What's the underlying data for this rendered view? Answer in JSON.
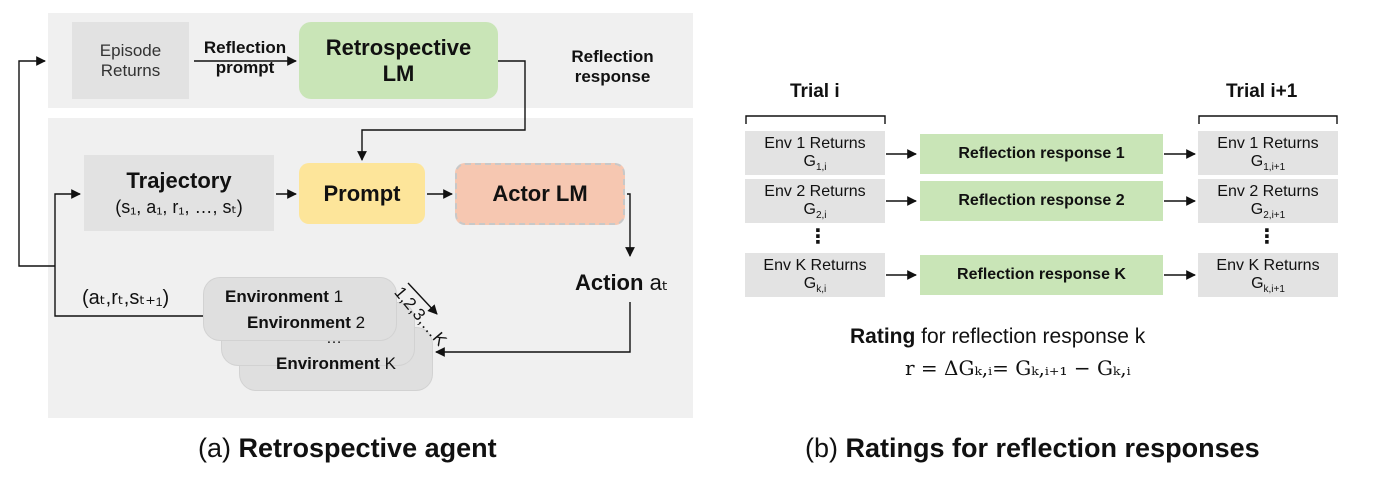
{
  "panel_a": {
    "episode_returns": [
      "Episode",
      "Returns"
    ],
    "reflection_prompt": [
      "Reflection",
      "prompt"
    ],
    "retrospective_lm": [
      "Retrospective",
      "LM"
    ],
    "reflection_response": [
      "Reflection",
      "response"
    ],
    "trajectory_title": "Trajectory",
    "trajectory_seq": "(s₁, a₁, r₁, …, sₜ)",
    "prompt": "Prompt",
    "actor_lm": "Actor LM",
    "action": "Action",
    "action_var": "aₜ",
    "feedback_tuple": "(aₜ,rₜ,sₜ₊₁)",
    "env1_bold": "Environment",
    "env1_num": "1",
    "env2_bold": "Environment",
    "env2_num": "2",
    "env_dots": "…",
    "envk_bold": "Environment",
    "envk_num": "K",
    "parallel_label": "1,2,3,…K",
    "caption_prefix": "(a)",
    "caption_bold": "Retrospective agent"
  },
  "panel_b": {
    "trial_i": "Trial i",
    "trial_i1": "Trial i+1",
    "left_returns": [
      {
        "label": "Env 1 Returns",
        "g": "G",
        "sub": "1,i"
      },
      {
        "label": "Env 2 Returns",
        "g": "G",
        "sub": "2,i"
      },
      {
        "label": "Env K Returns",
        "g": "G",
        "sub": "k,i"
      }
    ],
    "responses": [
      "Reflection response 1",
      "Reflection response 2",
      "Reflection response K"
    ],
    "right_returns": [
      {
        "label": "Env 1 Returns",
        "g": "G",
        "sub": "1,i+1"
      },
      {
        "label": "Env 2 Returns",
        "g": "G",
        "sub": "2,i+1"
      },
      {
        "label": "Env K Returns",
        "g": "G",
        "sub": "k,i+1"
      }
    ],
    "vdots": "⋮",
    "rating_bold": "Rating",
    "rating_rest": " for reflection response k",
    "formula": "r = ΔGₖ,ᵢ= Gₖ,ᵢ₊₁ − Gₖ,ᵢ",
    "caption_prefix": "(b)",
    "caption_bold": "Ratings for reflection responses"
  }
}
